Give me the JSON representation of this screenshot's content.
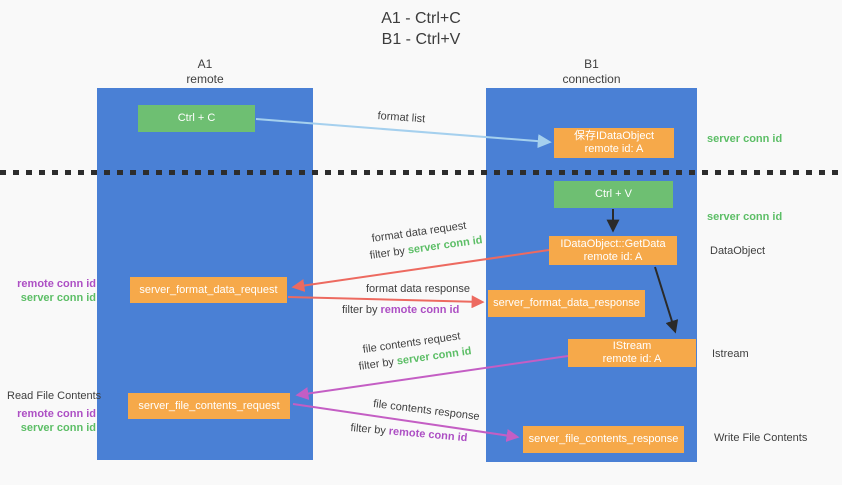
{
  "title": {
    "line1": "A1 - Ctrl+C",
    "line2": "B1 - Ctrl+V"
  },
  "lanes": {
    "a1": {
      "name": "A1",
      "role": "remote"
    },
    "b1": {
      "name": "B1",
      "role": "connection"
    }
  },
  "nodes": {
    "ctrl_c": {
      "label": "Ctrl + C"
    },
    "save_idataobject": {
      "line1": "保存IDataObject",
      "line2": "remote id: A"
    },
    "ctrl_v": {
      "label": "Ctrl + V"
    },
    "idataobject_getdata": {
      "line1": "IDataObject::GetData",
      "line2": "remote id: A"
    },
    "server_format_data_request": {
      "label": "server_format_data_request"
    },
    "server_format_data_response": {
      "label": "server_format_data_response"
    },
    "istream": {
      "line1": "IStream",
      "line2": "remote id: A"
    },
    "server_file_contents_request": {
      "label": "server_file_contents_request"
    },
    "server_file_contents_response": {
      "label": "server_file_contents_response"
    }
  },
  "arrow_labels": {
    "format_list": "format list",
    "format_data_request": "format data request",
    "format_data_response": "format data response",
    "file_contents_request": "file contents request",
    "file_contents_response": "file contents response",
    "filter_by": "filter by"
  },
  "side_labels": {
    "server_conn_id": "server conn id",
    "remote_conn_id": "remote conn id",
    "dataobject": "DataObject",
    "istream": "Istream",
    "read_file_contents": "Read File Contents",
    "write_file_contents": "Write File Contents"
  },
  "colors": {
    "lane_blue": "#4a80d5",
    "node_green": "#6ebf72",
    "node_orange": "#f6a94a",
    "arrow_red": "#ed6a60",
    "arrow_magenta": "#c45ec4",
    "arrow_light_blue": "#a5d0ee",
    "arrow_black": "#2a2a2a",
    "label_green": "#5cbe66",
    "label_purple": "#ad4fc4",
    "text_dark": "#3d3d3d",
    "background": "#f9f9f9"
  }
}
